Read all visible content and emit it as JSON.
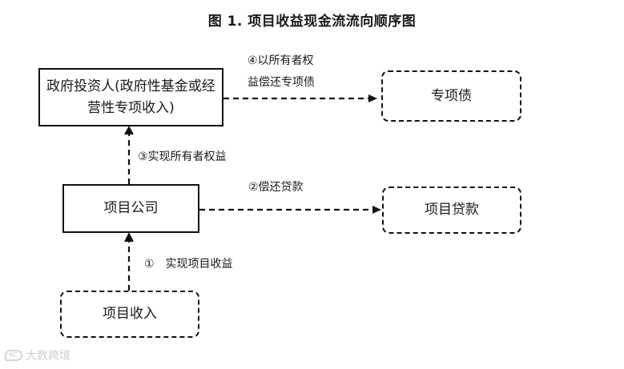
{
  "title": "图 1. 项目收益现金流流向顺序图",
  "nodes": {
    "investor": "政府投资人(政府性基金或经营性专项收入)",
    "special_bond": "专项债",
    "project_company": "项目公司",
    "project_loan": "项目贷款",
    "project_income": "项目收入"
  },
  "steps": {
    "step1": "①　实现项目收益",
    "step2": "②偿还贷款",
    "step3": "③实现所有者权益",
    "step4_line1": "④以所有者权",
    "step4_line2": "益偿还专项债"
  },
  "watermark": {
    "logo_text": "KC",
    "text": "大数跨境"
  }
}
